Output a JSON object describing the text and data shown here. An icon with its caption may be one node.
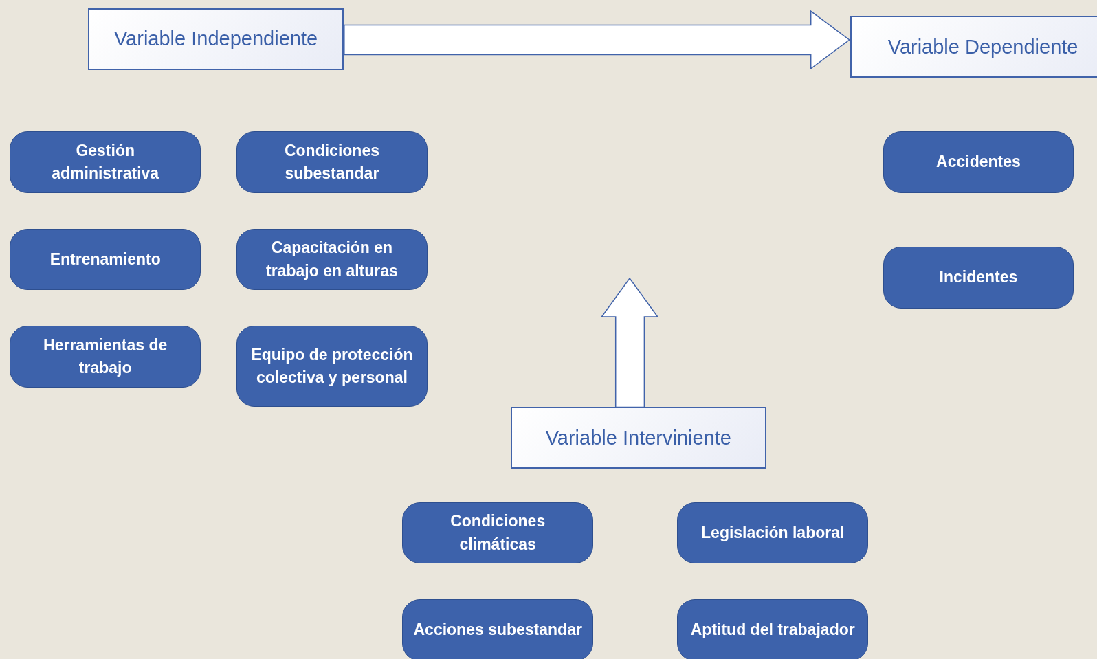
{
  "diagram": {
    "nodes": [
      {
        "text": [
          "Variable Independiente"
        ]
      },
      {
        "text": [
          "Variable Dependiente"
        ]
      },
      {
        "text": [
          "Gestión administrativa"
        ]
      },
      {
        "text": [
          "Condiciones subestandar"
        ]
      },
      {
        "text": [
          "Accidentes"
        ]
      },
      {
        "text": [
          "Entrenamiento"
        ]
      },
      {
        "text": [
          "Capacitación en trabajo en alturas"
        ]
      },
      {
        "text": [
          "Incidentes"
        ]
      },
      {
        "text": [
          "Herramientas de trabajo"
        ]
      },
      {
        "text": [
          "Equipo de protección colectiva y personal"
        ]
      },
      {
        "text": [
          "Variable Interviniente"
        ]
      },
      {
        "text": [
          "Condiciones climáticas"
        ]
      },
      {
        "text": [
          "Legislación laboral"
        ]
      },
      {
        "text": [
          "Acciones subestandar"
        ]
      },
      {
        "text": [
          "Aptitud del trabajador"
        ]
      }
    ],
    "edges": [
      {
        "from": 0,
        "to": 1,
        "arrow": "to",
        "style": "thick"
      },
      {
        "from": 10,
        "to": null,
        "arrow": "to",
        "style": "thick"
      }
    ]
  }
}
